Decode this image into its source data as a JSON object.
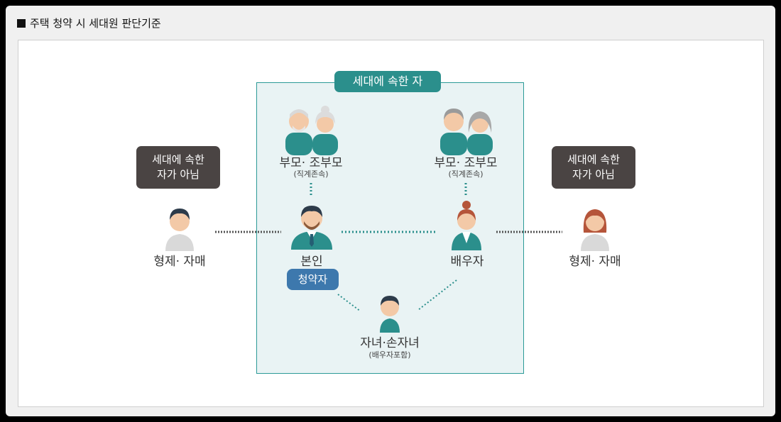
{
  "header": {
    "title": "주택 청약 시 세대원 판단기준"
  },
  "diagram": {
    "region_label": "세대에 속한 자",
    "left_badge": [
      "세대에 속한",
      "자가 아님"
    ],
    "right_badge": [
      "세대에 속한",
      "자가 아님"
    ],
    "nodes": {
      "parents_left": {
        "label": "부모· 조부모",
        "sub": "(직계존속)"
      },
      "parents_right": {
        "label": "부모· 조부모",
        "sub": "(직계존속)"
      },
      "self": {
        "label": "본인",
        "badge": "청약자"
      },
      "spouse": {
        "label": "배우자"
      },
      "children": {
        "label": "자녀·손자녀",
        "sub": "(배우자포함)"
      },
      "sibling_left": {
        "label": "형제· 자매"
      },
      "sibling_right": {
        "label": "형제· 자매"
      }
    }
  },
  "colors": {
    "teal": "#2b8f8c",
    "dark": "#4a4443",
    "blue": "#3d78ad",
    "region_bg": "#e9f3f4"
  },
  "icons": [
    "elderly-couple-icon",
    "elderly-couple-icon",
    "man-suit-icon",
    "woman-icon",
    "child-icon",
    "young-man-icon",
    "young-woman-icon"
  ]
}
